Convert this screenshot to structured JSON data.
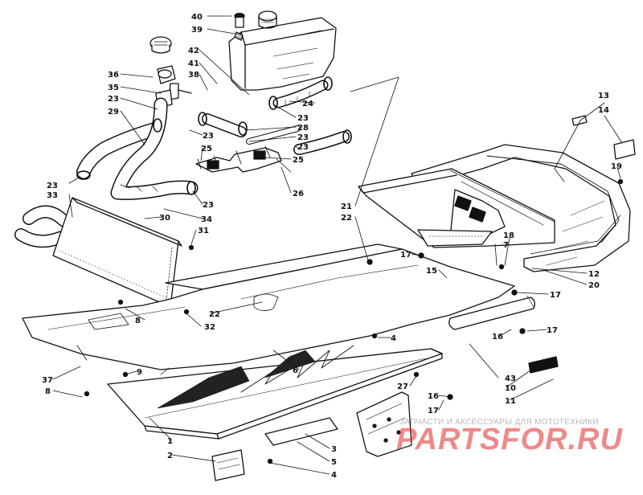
{
  "diagram": {
    "part_numbers": [
      "40",
      "39",
      "42",
      "41",
      "38",
      "36",
      "35",
      "23",
      "29",
      "24",
      "23",
      "28",
      "23",
      "25",
      "25",
      "26",
      "23",
      "23",
      "33",
      "30",
      "31",
      "34",
      "21",
      "22",
      "22",
      "32",
      "8",
      "37",
      "8",
      "9",
      "4",
      "6",
      "7",
      "17",
      "15",
      "18",
      "12",
      "20",
      "17",
      "16",
      "17",
      "43",
      "10",
      "11",
      "27",
      "16",
      "17",
      "13",
      "14",
      "19",
      "1",
      "2",
      "3",
      "5",
      "4",
      "23",
      "23"
    ]
  },
  "watermark": {
    "caption": "ЗАПЧАСТИ И АКСЕССУАРЫ ДЛЯ МОТОТЕХНИКИ",
    "logo": "PARTSFOR.RU",
    "color": "#e02828"
  }
}
